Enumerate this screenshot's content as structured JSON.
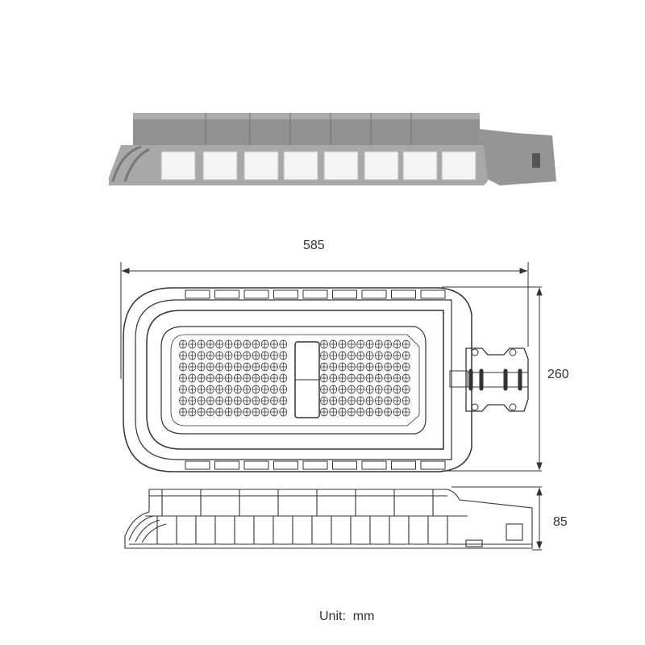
{
  "dimensions": {
    "length": "585",
    "width": "260",
    "height": "85"
  },
  "unit_label": "Unit:  mm",
  "led_grid": {
    "rows": 7,
    "left_cols": 12,
    "right_cols": 10
  },
  "colors": {
    "line": "#333333",
    "body_gray": "#8a8c8e",
    "light_gray": "#c8c9ca"
  }
}
